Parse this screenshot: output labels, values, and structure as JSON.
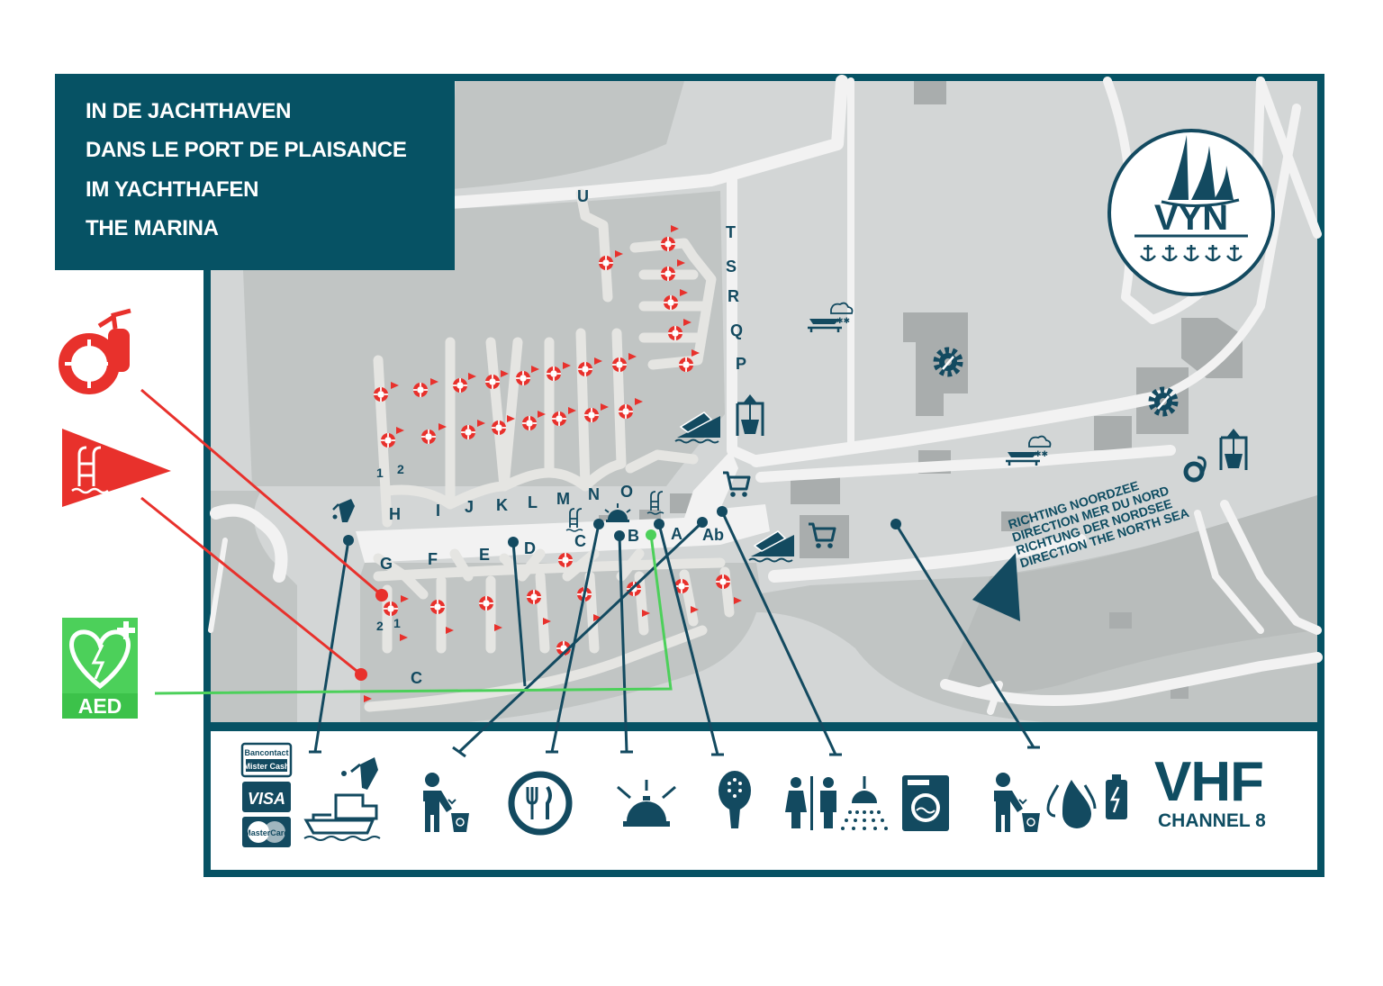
{
  "title_lines": [
    "IN DE JACHTHAVEN",
    "DANS LE PORT DE PLAISANCE",
    "IM YACHTHAFEN",
    "THE MARINA"
  ],
  "logo_text": "VYN",
  "direction_lines": [
    "RICHTING NOORDZEE",
    "DIRECTION MER DU NORD",
    "RICHTUNG DER NORDSEE",
    "DIRECTION THE NORTH SEA"
  ],
  "vhf": {
    "line1": "VHF",
    "line2": "CHANNEL 8"
  },
  "aed_label": "AED",
  "pontoon_labels": {
    "U": "U",
    "T": "T",
    "S": "S",
    "R": "R",
    "Q": "Q",
    "P": "P",
    "H": "H",
    "I": "I",
    "J": "J",
    "K": "K",
    "L": "L",
    "M": "M",
    "N": "N",
    "O": "O",
    "G": "G",
    "F": "F",
    "E": "E",
    "D": "D",
    "C_upper": "C",
    "B": "B",
    "A": "A",
    "Ab": "Ab",
    "C_lower": "C",
    "n1_top": "1",
    "n2_top": "2",
    "n2_bottom": "2",
    "n1_bottom": "1"
  },
  "payment_cards": [
    "Bancontact Mister Cash",
    "VISA",
    "MasterCard"
  ],
  "legend_icons": [
    "payment-cards-icon",
    "fuel-station-icon",
    "waste-bin-icon",
    "restaurant-icon",
    "reception-bell-icon",
    "padel-icon",
    "toilets-icon",
    "shower-icon",
    "washing-machine-icon",
    "waste-bin-icon",
    "water-drop-icon",
    "battery-icon"
  ],
  "safety_icons": [
    "lifebuoy-fire-extinguisher-icon",
    "swimming-ladder-flag-icon",
    "aed-defibrillator-icon"
  ],
  "colors": {
    "navy": "#065264",
    "icon": "#134a60",
    "red": "#e8312c",
    "green": "#4cd05a",
    "land": "#d3d6d6",
    "water": "#c1c5c4",
    "road": "#f2f2f2",
    "building": "#a9adad"
  }
}
